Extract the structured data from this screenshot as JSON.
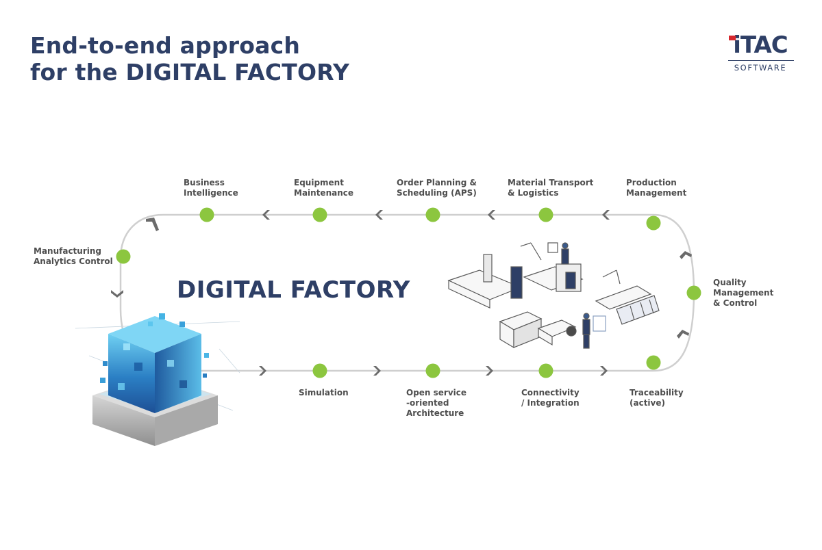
{
  "title": {
    "line1": "End-to-end approach",
    "line2": "for the DIGITAL FACTORY"
  },
  "logo": {
    "word": "iTAC",
    "subtitle": "SOFTWARE",
    "colors": {
      "text": "#2e3f66",
      "accent": "#d6262c"
    }
  },
  "center_title": "DIGITAL FACTORY",
  "colors": {
    "title": "#2e3f66",
    "node": "#8cc63f",
    "track": "#cfcfcf",
    "chevron": "#6b6b6b",
    "label": "#4e4e4e"
  },
  "nodes": {
    "business_intelligence": "Business\nIntelligence",
    "equipment_maintenance": "Equipment\nMaintenance",
    "order_planning": "Order Planning &\nScheduling (APS)",
    "material_transport": "Material Transport\n& Logistics",
    "production_management": "Production\nManagement",
    "manufacturing_analytics": "Manufacturing\nAnalytics Control",
    "quality_management": "Quality\nManagement\n& Control",
    "simulation": "Simulation",
    "open_service_architecture": "Open service\n-oriented\nArchitecture",
    "connectivity_integration": "Connectivity\n/ Integration",
    "traceability": "Traceability\n(active)"
  }
}
